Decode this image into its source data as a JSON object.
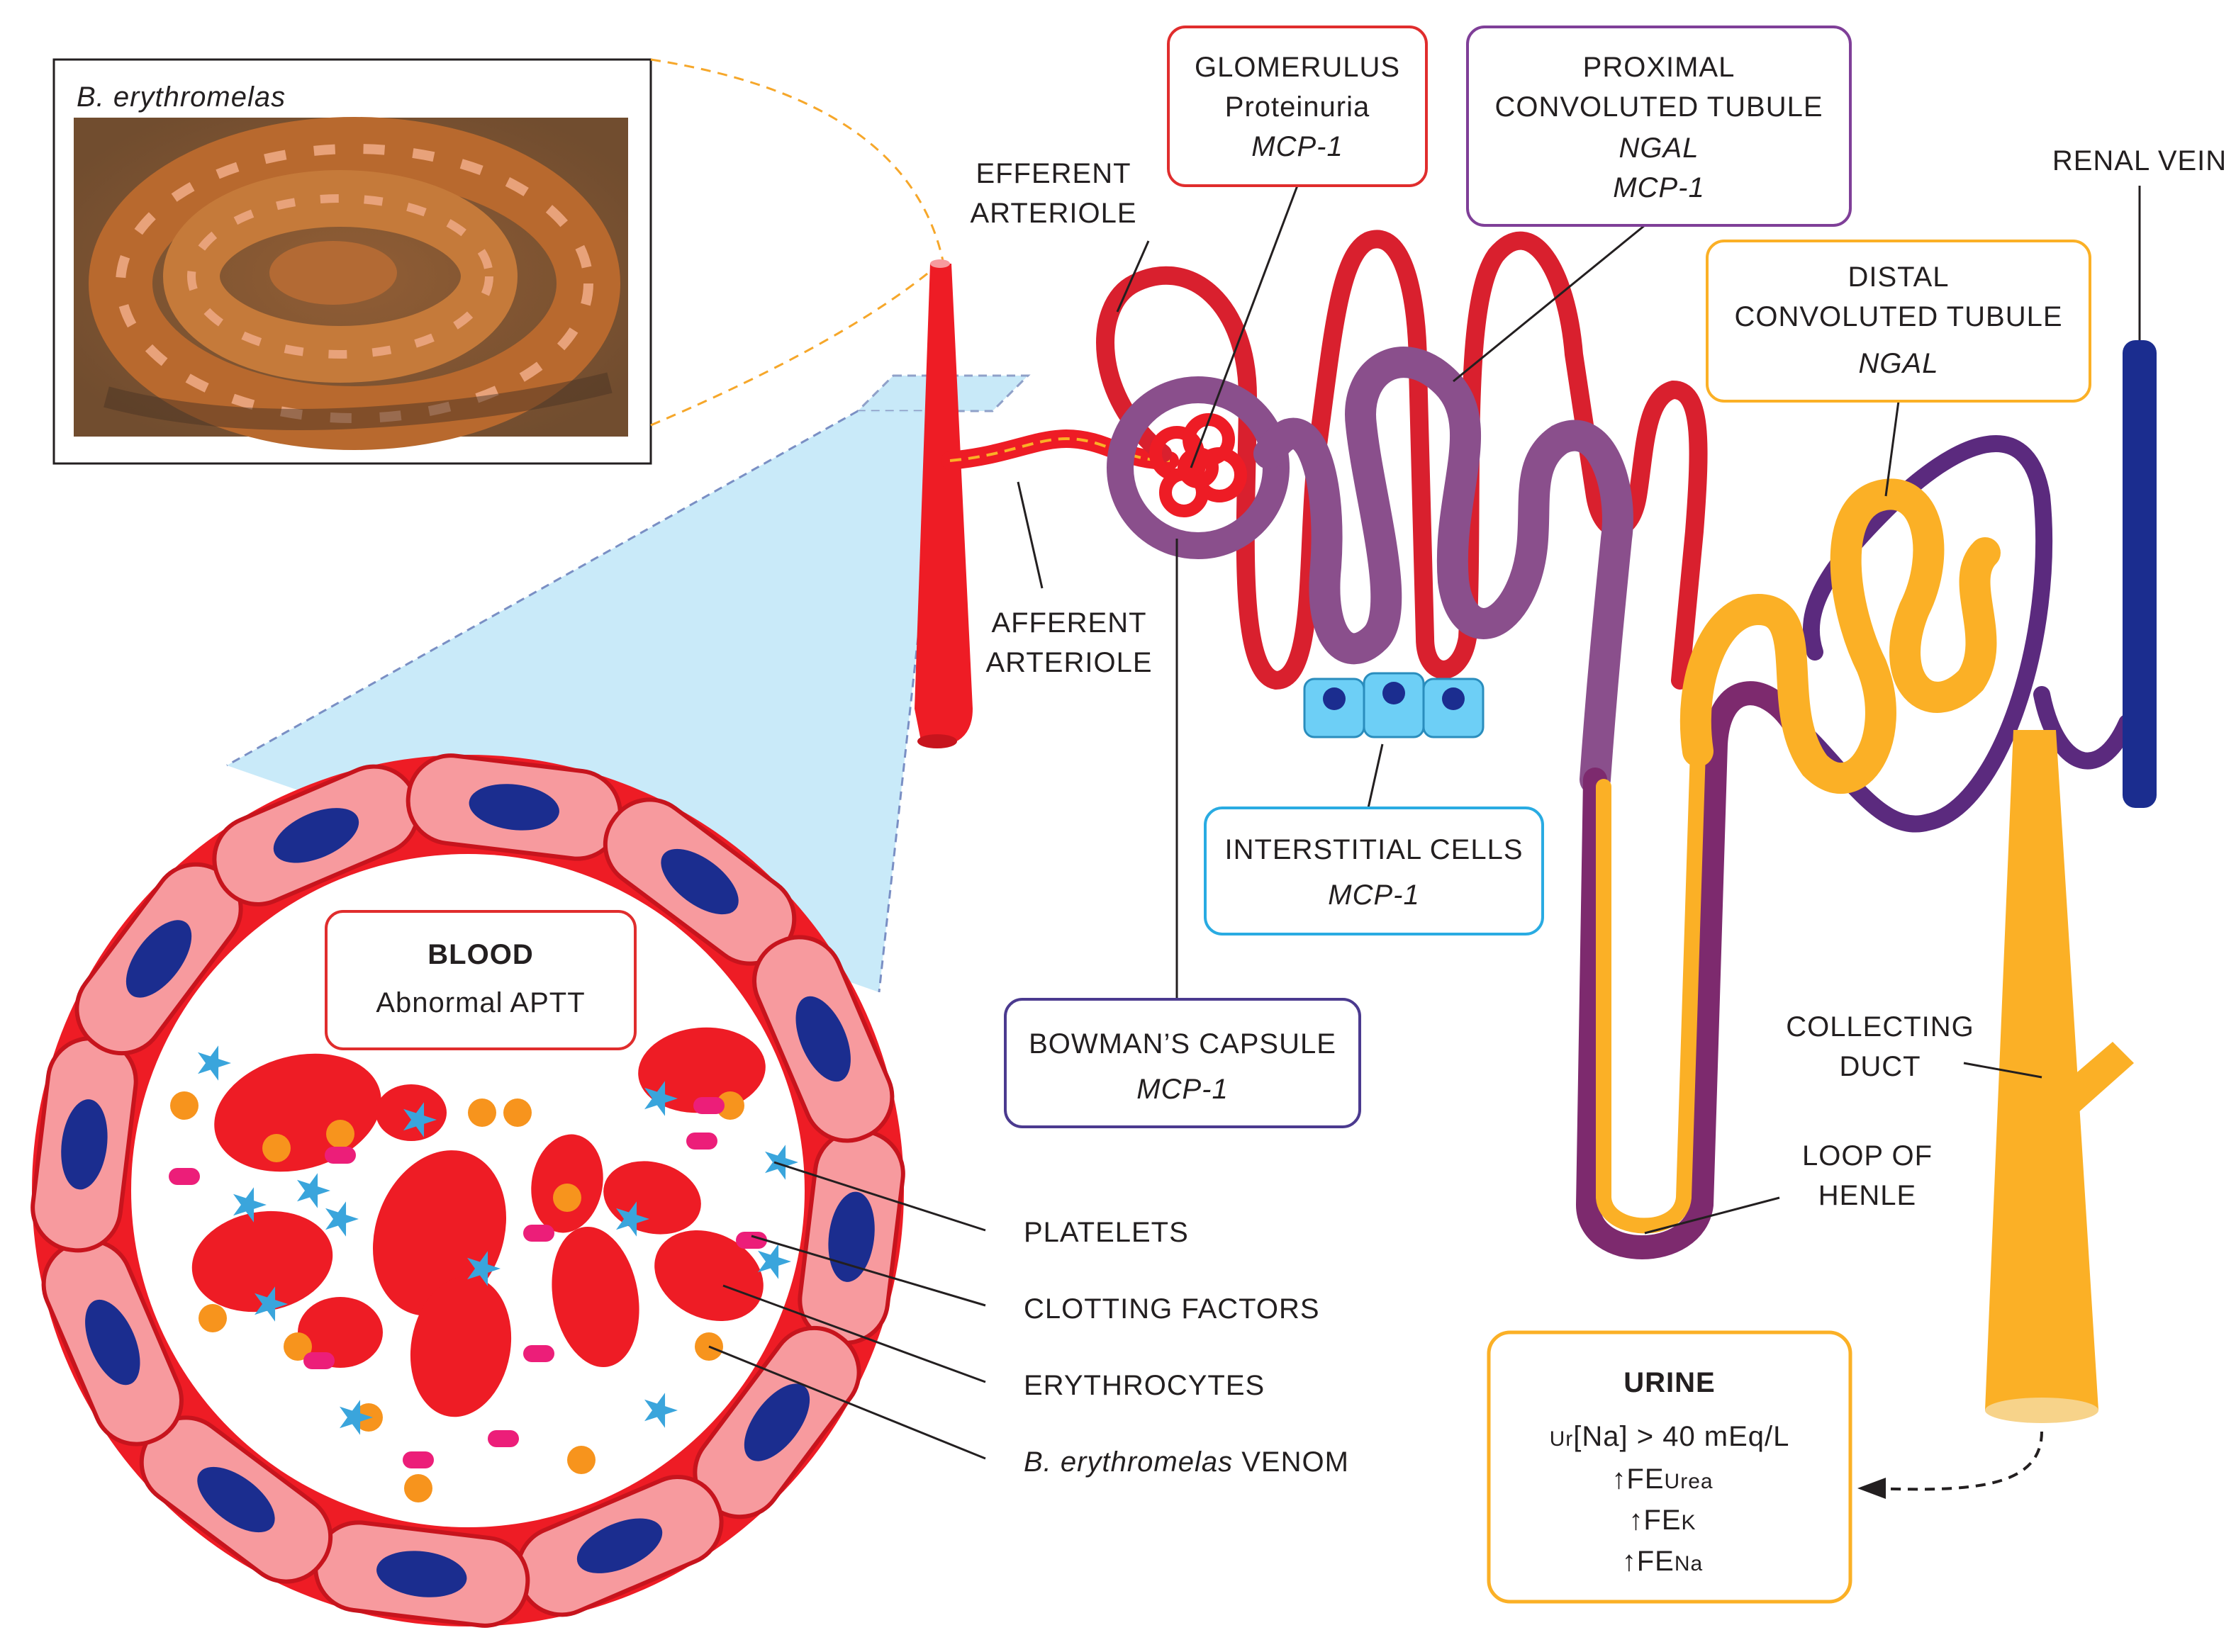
{
  "photo": {
    "caption": "B. erythromelas"
  },
  "boxes": {
    "glomerulus": {
      "title": "GLOMERULUS",
      "line2": "Proteinuria",
      "marker": "MCP-1"
    },
    "proximal": {
      "title_1": "PROXIMAL",
      "title_2": "CONVOLUTED TUBULE",
      "marker_1": "NGAL",
      "marker_2": "MCP-1"
    },
    "distal": {
      "title_1": "DISTAL",
      "title_2": "CONVOLUTED TUBULE",
      "marker": "NGAL"
    },
    "interstitial": {
      "title": "INTERSTITIAL CELLS",
      "marker": "MCP-1"
    },
    "bowman": {
      "title": "BOWMAN’S CAPSULE",
      "marker": "MCP-1"
    },
    "blood": {
      "title": "BLOOD",
      "line2": "Abnormal APTT"
    },
    "urine": {
      "title": "URINE",
      "line1_prefix": "Ur",
      "line1_rest": "[Na] > 40 mEq/L",
      "line2_main": "↑FE",
      "line2_sub": "Urea",
      "line3_main": "↑FE",
      "line3_sub": "K",
      "line4_main": "↑FE",
      "line4_sub": "Na"
    }
  },
  "labels": {
    "efferent_1": "EFFERENT",
    "efferent_2": "ARTERIOLE",
    "afferent_1": "AFFERENT",
    "afferent_2": "ARTERIOLE",
    "renal_vein": "RENAL VEIN",
    "collecting_1": "COLLECTING",
    "collecting_2": "DUCT",
    "henle_1": "LOOP OF",
    "henle_2": "HENLE"
  },
  "legend": {
    "platelets": "PLATELETS",
    "clotting": "CLOTTING FACTORS",
    "erythrocytes": "ERYTHROCYTES",
    "venom_italic": "B. erythromelas",
    "venom_rest": " VENOM"
  },
  "colors": {
    "artery_red": "#ee1c25",
    "glomerulus_red": "#d9202e",
    "capsule_purple": "#8a4f8c",
    "loop_purple": "#7d2a6e",
    "vein_blue": "#1b2d8f",
    "tubule_orange": "#fbb026",
    "interstitial_blue": "#6dcff6",
    "zoom_blue": "#bfe6f8",
    "erythrocyte_red": "#ee1c25",
    "platelet_blue": "#3aa5dc",
    "clotting_pink": "#ec1e79",
    "venom_orange": "#f7941d"
  }
}
